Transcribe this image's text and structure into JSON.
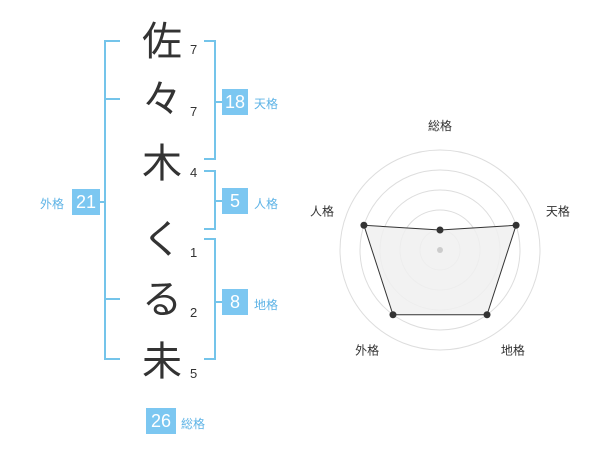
{
  "name_chars": [
    {
      "char": "佐",
      "strokes": "7"
    },
    {
      "char": "々",
      "strokes": "7"
    },
    {
      "char": "木",
      "strokes": "4"
    },
    {
      "char": "く",
      "strokes": "1"
    },
    {
      "char": "る",
      "strokes": "2"
    },
    {
      "char": "未",
      "strokes": "5"
    }
  ],
  "fortunes": {
    "tenkaku": {
      "value": "18",
      "label": "天格"
    },
    "jinkaku": {
      "value": "5",
      "label": "人格"
    },
    "chikaku": {
      "value": "8",
      "label": "地格"
    },
    "gaikaku": {
      "value": "21",
      "label": "外格"
    },
    "soukaku": {
      "value": "26",
      "label": "総格"
    }
  },
  "chart_data": {
    "type": "radar",
    "axes": [
      "総格",
      "天格",
      "地格",
      "外格",
      "人格"
    ],
    "values": [
      1,
      4,
      4,
      4,
      4
    ],
    "max": 5,
    "rings": 5,
    "fill_color": "#f0f0f0",
    "line_color": "#333333",
    "grid_color": "#dddddd"
  }
}
